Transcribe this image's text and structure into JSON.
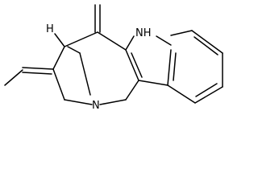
{
  "diagram": {
    "atom_labels": {
      "indole_nh": "NH",
      "bridgehead_n": "N",
      "stereo_h": "H"
    },
    "colors": {
      "ink": "#000000",
      "background": "#ffffff"
    }
  }
}
